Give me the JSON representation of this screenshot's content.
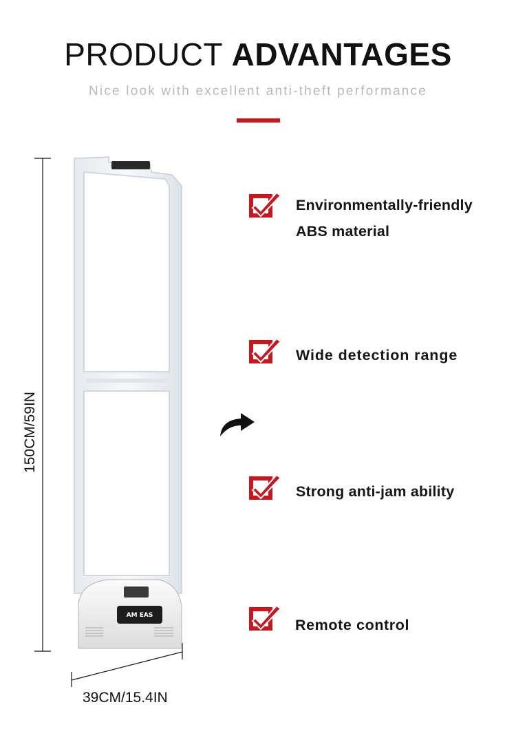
{
  "header": {
    "title_light": "PRODUCT",
    "title_bold": "ADVANTAGES",
    "subtitle": "Nice look with excellent anti-theft performance"
  },
  "dimensions": {
    "height_label": "150CM/59IN",
    "width_label": "39CM/15.4IN"
  },
  "product": {
    "panel_label": "AM EAS"
  },
  "features": [
    {
      "line1": "Environmentally-friendly",
      "line2": "ABS material"
    },
    {
      "line1": "Wide detection range"
    },
    {
      "line1": "Strong anti-jam ability"
    },
    {
      "line1": "Remote control"
    }
  ],
  "colors": {
    "accent": "#c8171e",
    "text": "#161616",
    "subtitle": "#b9b9b9"
  },
  "icons": {
    "feature_marker": "checkbox-check-icon",
    "pointer": "curved-arrow-icon"
  }
}
